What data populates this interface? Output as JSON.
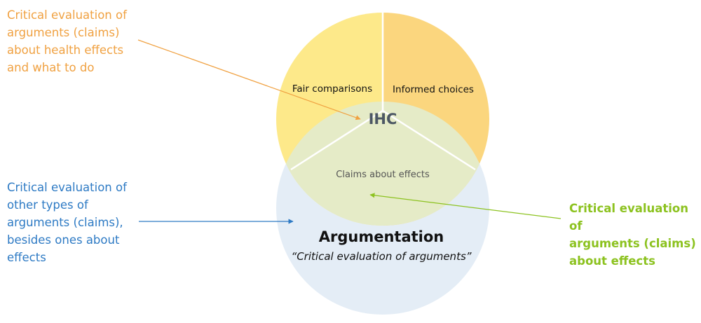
{
  "diagram": {
    "ihc_label": "IHC",
    "segment_left": "Fair comparisons",
    "segment_right": "Informed choices",
    "overlap_label": "Claims about effects",
    "argumentation_title": "Argumentation",
    "argumentation_subtitle": "“Critical evaluation of arguments”"
  },
  "annotations": {
    "orange": "Critical evaluation of\narguments (claims)\nabout health effects\nand what to do",
    "blue": "Critical evaluation of\nother types of\narguments (claims),\nbesides ones about\neffects",
    "green": "Critical evaluation of\narguments (claims)\nabout effects"
  },
  "colors": {
    "fair_comparisons": "#fde98a",
    "informed_choices": "#fbd67e",
    "argumentation": "#e4edf6",
    "overlap": "#e5ebc7",
    "orange_text": "#f0a141",
    "blue_text": "#2d7ac4",
    "green_text": "#8cc21f"
  }
}
